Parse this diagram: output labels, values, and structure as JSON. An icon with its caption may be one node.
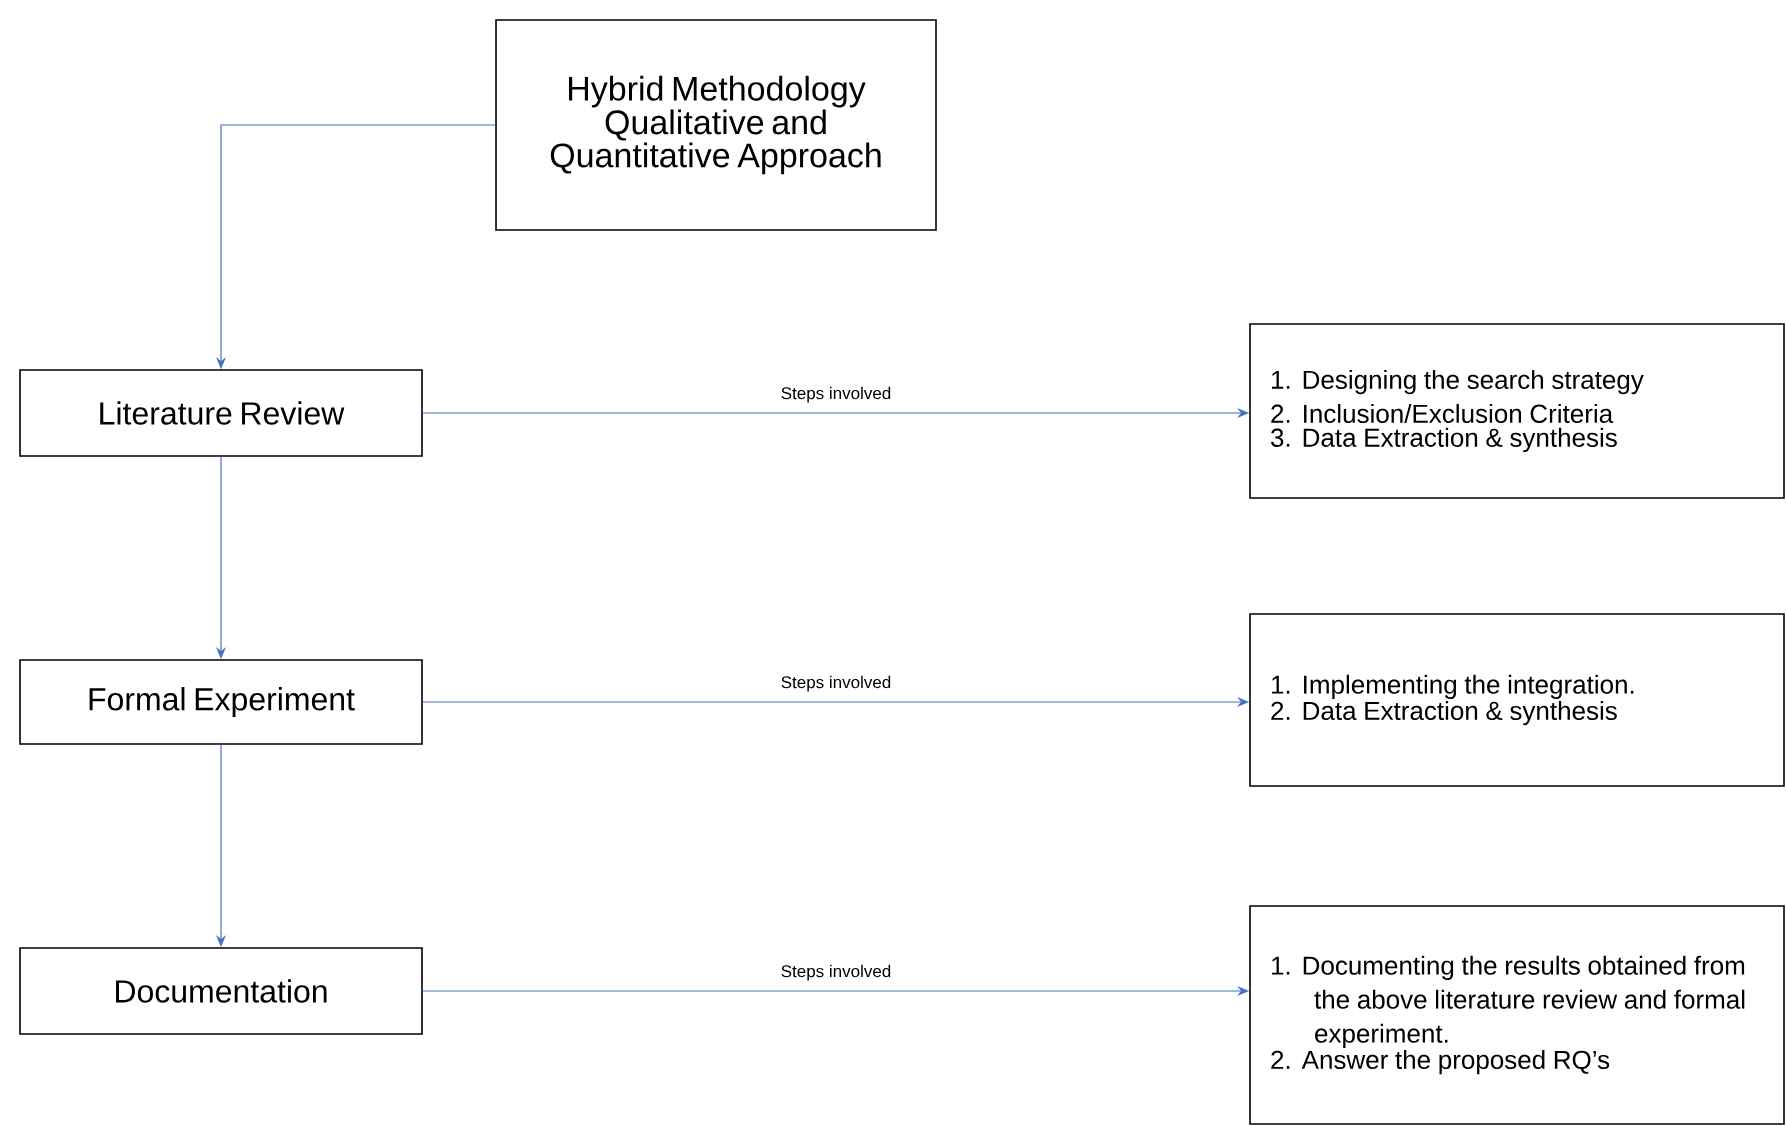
{
  "diagram": {
    "nodes": [
      {
        "text": [
          "Hybrid Methodology Qualitative and Quantitative Approach"
        ]
      },
      {
        "text": [
          "Literature Review"
        ]
      },
      {
        "text": [
          "1. Designing the search strategy",
          "2. Inclusion/Exclusion Criteria",
          "3. Data Extraction & synthesis"
        ]
      },
      {
        "text": [
          "Formal Experiment"
        ]
      },
      {
        "text": [
          "1. Implementing the integration.",
          "2. Data Extraction & synthesis"
        ]
      },
      {
        "text": [
          "Documentation"
        ]
      },
      {
        "text": [
          "1. Documenting the results obtained from the above literature review and formal experiment.",
          "2. Answer the proposed RQ’s"
        ]
      }
    ],
    "edges": [
      {
        "from": 0,
        "to": 1,
        "arrow": "to"
      },
      {
        "from": 1,
        "to": 2,
        "arrow": "to",
        "label": "Steps involved"
      },
      {
        "from": 1,
        "to": 3,
        "arrow": "to"
      },
      {
        "from": 3,
        "to": 4,
        "arrow": "to",
        "label": "Steps involved"
      },
      {
        "from": 3,
        "to": 5,
        "arrow": "to"
      },
      {
        "from": 5,
        "to": 6,
        "arrow": "to",
        "label": "Steps involved"
      }
    ]
  }
}
